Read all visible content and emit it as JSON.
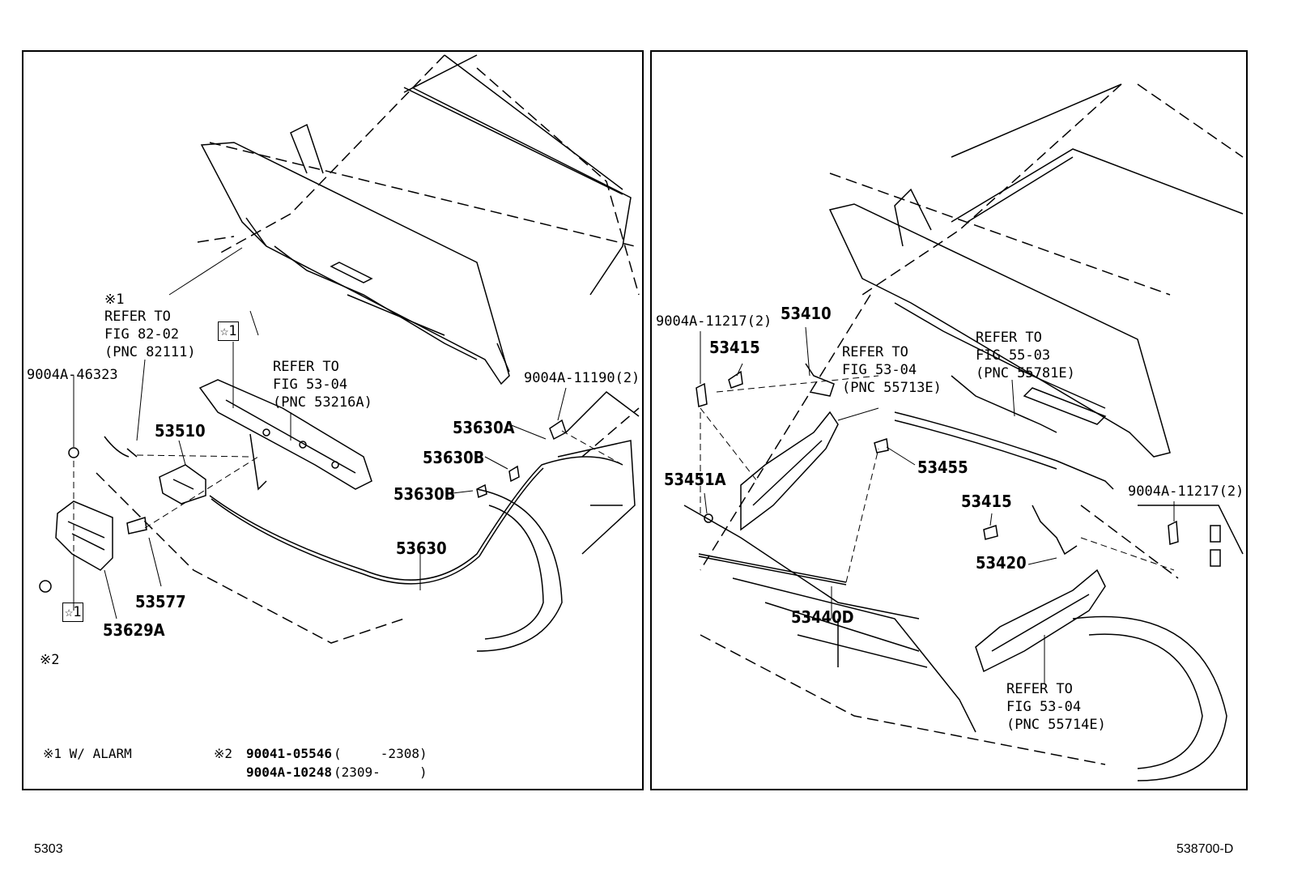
{
  "left": {
    "refer_alarm": {
      "mark": "※1",
      "l1": "REFER TO",
      "l2": "FIG 82-02",
      "l3": "(PNC 82111)"
    },
    "refer_support": {
      "l1": "REFER TO",
      "l2": "FIG 53-04",
      "l3": "(PNC 53216A)"
    },
    "star1_top": "☆1",
    "star1_bottom": "☆1",
    "mark2": "※2",
    "parts": {
      "p9004a_46323": "9004A-46323",
      "p9004a_11190": "9004A-11190(2)",
      "p53510": "53510",
      "p53630a": "53630A",
      "p53630b_1": "53630B",
      "p53630b_2": "53630B",
      "p53630": "53630",
      "p53577": "53577",
      "p53629a": "53629A"
    },
    "notes": {
      "n1": "※1 W/ ALARM",
      "n2_mark": "※2",
      "n2_l1_part": "90041-05546",
      "n2_l1_range": "(     -2308)",
      "n2_l2_part": "9004A-10248",
      "n2_l2_range": "(2309-     )"
    }
  },
  "right": {
    "refer_55713e": {
      "l1": "REFER TO",
      "l2": "FIG 53-04",
      "l3": "(PNC 55713E)"
    },
    "refer_55781e": {
      "l1": "REFER TO",
      "l2": "FIG 55-03",
      "l3": "(PNC 55781E)"
    },
    "refer_55714e": {
      "l1": "REFER TO",
      "l2": "FIG 53-04",
      "l3": "(PNC 55714E)"
    },
    "parts": {
      "p9004a_11217_l": "9004A-11217(2)",
      "p53410": "53410",
      "p53415_1": "53415",
      "p53451a": "53451A",
      "p53455": "53455",
      "p53415_2": "53415",
      "p53420": "53420",
      "p53440d": "53440D",
      "p9004a_11217_r": "9004A-11217(2)"
    }
  },
  "footer": {
    "left": "5303",
    "right": "538700-D"
  }
}
